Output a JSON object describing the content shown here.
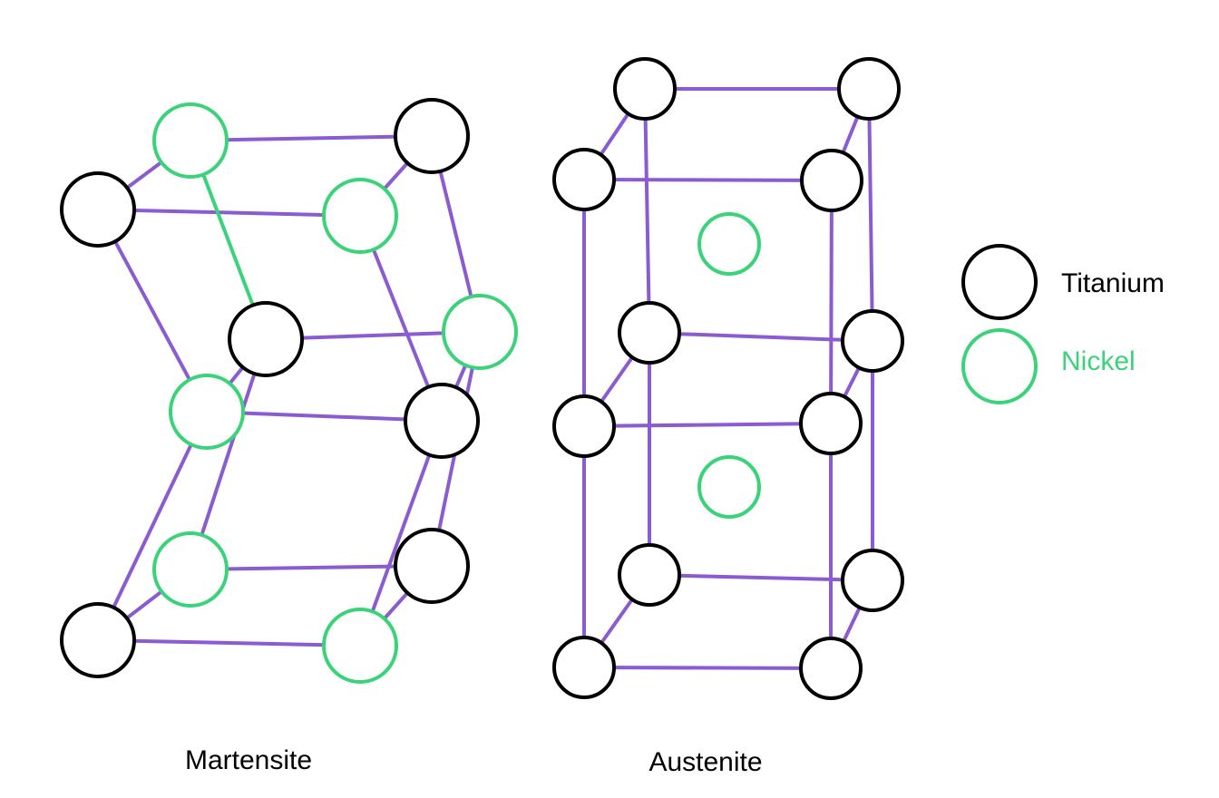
{
  "colors": {
    "bond": "#8a5cd0",
    "titanium": "#000000",
    "nickel": "#3ad37a",
    "nickel_bond": "#3ad37a"
  },
  "labels": {
    "martensite": "Martensite",
    "austenite": "Austenite"
  },
  "legend": {
    "titanium": "Titanium",
    "nickel": "Nickel"
  }
}
